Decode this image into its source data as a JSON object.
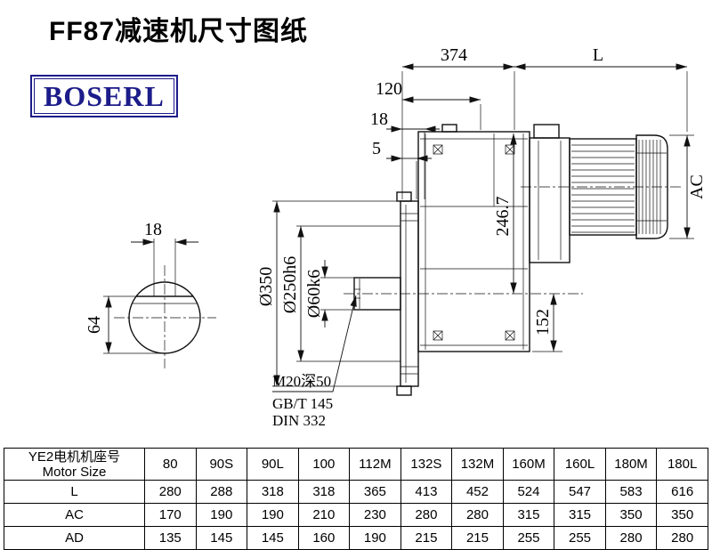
{
  "page": {
    "title": "FF87减速机尺寸图纸"
  },
  "logo": {
    "text": "BOSERL"
  },
  "shaft_view": {
    "key_width": "18",
    "shaft_height": "64"
  },
  "main_view": {
    "dims": {
      "total_length": "374",
      "motor_length": "L",
      "d120": "120",
      "d18": "18",
      "d5": "5",
      "motor_diameter": "AC",
      "center_height": "246.7",
      "d152": "152",
      "flange_diameter": "Ø350",
      "spigot_diameter": "Ø250h6",
      "shaft_diameter": "Ø60k6"
    },
    "notes": {
      "tap": "M20深50",
      "std_gb": "GB/T 145",
      "std_din": "DIN 332"
    }
  },
  "table": {
    "header_cn": "YE2电机机座号",
    "header_en": "Motor Size",
    "columns": [
      "80",
      "90S",
      "90L",
      "100",
      "112M",
      "132S",
      "132M",
      "160M",
      "160L",
      "180M",
      "180L"
    ],
    "rows": [
      {
        "label": "L",
        "values": [
          "280",
          "288",
          "318",
          "318",
          "365",
          "413",
          "452",
          "524",
          "547",
          "583",
          "616"
        ]
      },
      {
        "label": "AC",
        "values": [
          "170",
          "190",
          "190",
          "210",
          "230",
          "280",
          "280",
          "315",
          "315",
          "350",
          "350"
        ]
      },
      {
        "label": "AD",
        "values": [
          "135",
          "145",
          "145",
          "160",
          "190",
          "215",
          "215",
          "255",
          "255",
          "280",
          "280"
        ]
      }
    ]
  }
}
